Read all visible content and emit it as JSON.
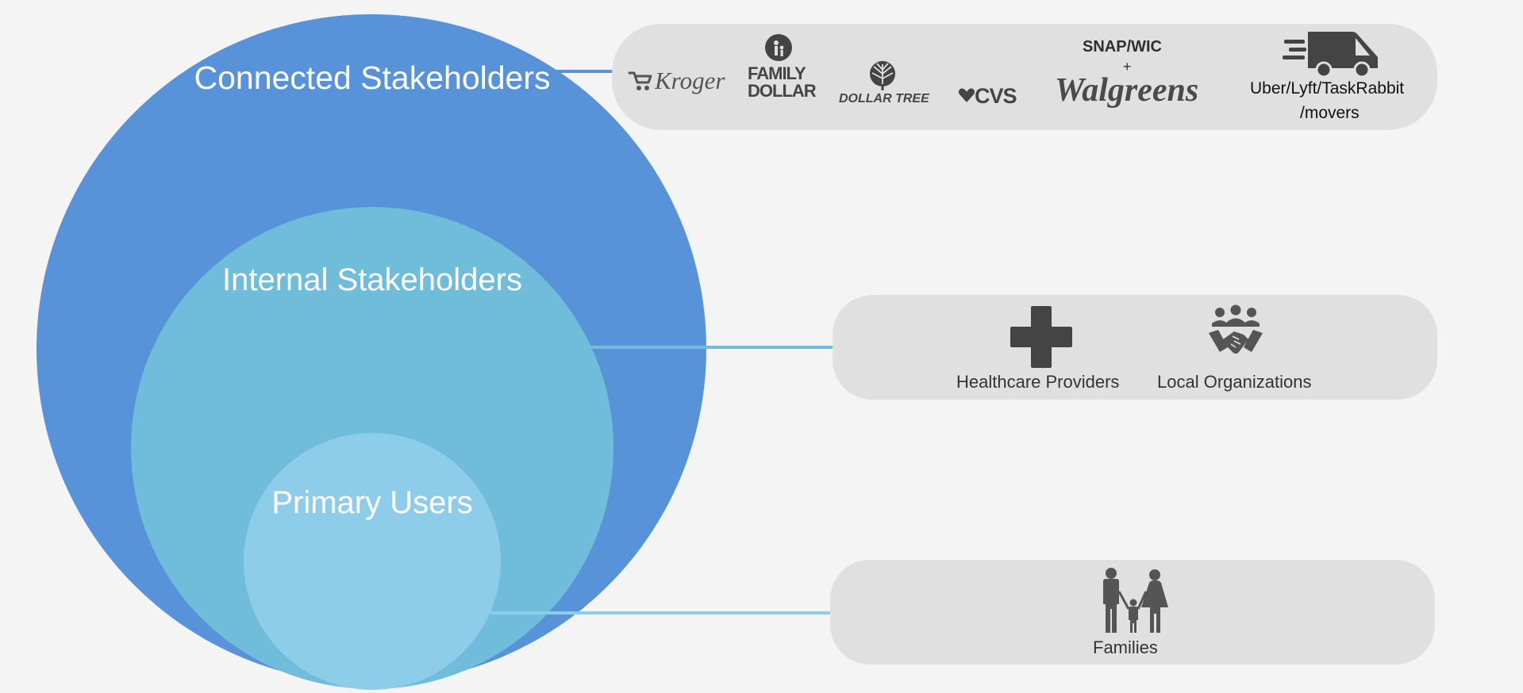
{
  "diagram": {
    "rings": [
      {
        "id": "connected",
        "label": "Connected Stakeholders",
        "color": "#5892d8"
      },
      {
        "id": "internal",
        "label": "Internal Stakeholders",
        "color": "#6fbcdb"
      },
      {
        "id": "primary",
        "label": "Primary Users",
        "color": "#8ecdea"
      }
    ],
    "connector_colors": {
      "connected": "#5892d8",
      "internal": "#6fbcdb",
      "primary": "#8ecdea"
    }
  },
  "connected_panel": {
    "logos": {
      "kroger": "Kroger",
      "family_dollar_line1": "FAMILY",
      "family_dollar_line2": "DOLLAR",
      "dollar_tree": "DOLLAR TREE",
      "cvs": "CVS",
      "snap_wic": "SNAP/WIC",
      "plus": "+",
      "walgreens": "Walgreens"
    },
    "delivery_label_line1": "Uber/Lyft/TaskRabbit",
    "delivery_label_line2": "/movers",
    "icons": [
      "kroger-logo",
      "family-dollar-logo",
      "dollar-tree-logo",
      "cvs-logo",
      "walgreens-logo",
      "delivery-truck-icon"
    ]
  },
  "internal_panel": {
    "items": [
      {
        "label": "Healthcare Providers",
        "icon": "medical-cross-icon"
      },
      {
        "label": "Local Organizations",
        "icon": "handshake-people-icon"
      }
    ]
  },
  "primary_panel": {
    "items": [
      {
        "label": "Families",
        "icon": "family-icon"
      }
    ]
  }
}
